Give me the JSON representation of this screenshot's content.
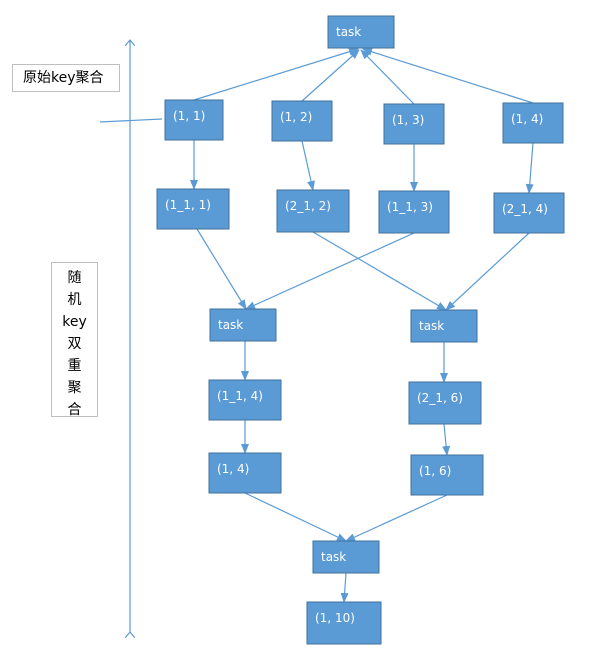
{
  "colors": {
    "node_fill": "#5b9bd5",
    "node_stroke": "#41719c",
    "edge": "#5b9bd5",
    "node_text": "#ffffff"
  },
  "labels": {
    "raw_key_aggregation": "原始key聚合",
    "random_key_double_aggregation": [
      "随",
      "机",
      "key",
      "双",
      "重",
      "聚",
      "合"
    ]
  },
  "nodes": [
    {
      "id": "task_top",
      "text": "task"
    },
    {
      "id": "n11",
      "text": "(1, 1)"
    },
    {
      "id": "n12",
      "text": "(1, 2)"
    },
    {
      "id": "n13",
      "text": "(1, 3)"
    },
    {
      "id": "n14",
      "text": "(1, 4)"
    },
    {
      "id": "m111",
      "text": "(1_1, 1)"
    },
    {
      "id": "m212",
      "text": "(2_1, 2)"
    },
    {
      "id": "m113",
      "text": "(1_1, 3)"
    },
    {
      "id": "m214",
      "text": "(2_1, 4)"
    },
    {
      "id": "task_left",
      "text": "task"
    },
    {
      "id": "task_right",
      "text": "task"
    },
    {
      "id": "p114",
      "text": "(1_1, 4)"
    },
    {
      "id": "p216",
      "text": "(2_1, 6)"
    },
    {
      "id": "q14",
      "text": "(1, 4)"
    },
    {
      "id": "q16",
      "text": "(1, 6)"
    },
    {
      "id": "task_bottom",
      "text": "task"
    },
    {
      "id": "r110",
      "text": "(1, 10)"
    }
  ],
  "edges": [
    [
      "n11",
      "task_top"
    ],
    [
      "n12",
      "task_top"
    ],
    [
      "n13",
      "task_top"
    ],
    [
      "n14",
      "task_top"
    ],
    [
      "n11",
      "m111"
    ],
    [
      "n12",
      "m212"
    ],
    [
      "n13",
      "m113"
    ],
    [
      "n14",
      "m214"
    ],
    [
      "m111",
      "task_left"
    ],
    [
      "m113",
      "task_left"
    ],
    [
      "m212",
      "task_right"
    ],
    [
      "m214",
      "task_right"
    ],
    [
      "task_left",
      "p114"
    ],
    [
      "task_right",
      "p216"
    ],
    [
      "p114",
      "q14"
    ],
    [
      "p216",
      "q16"
    ],
    [
      "q14",
      "task_bottom"
    ],
    [
      "q16",
      "task_bottom"
    ],
    [
      "task_bottom",
      "r110"
    ]
  ]
}
